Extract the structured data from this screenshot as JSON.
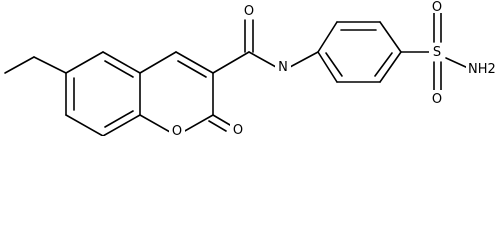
{
  "structure": {
    "atoms": {
      "carbonyl_oxygen": "O",
      "amide_nitrogen": "N",
      "ring_oxygen": "O",
      "lactone_oxygen": "O",
      "sulfonyl_sulfur": "S",
      "sulfonyl_oxygen_top": "O",
      "sulfonyl_oxygen_bottom": "O",
      "sulfonamide_group": "NH2"
    }
  }
}
